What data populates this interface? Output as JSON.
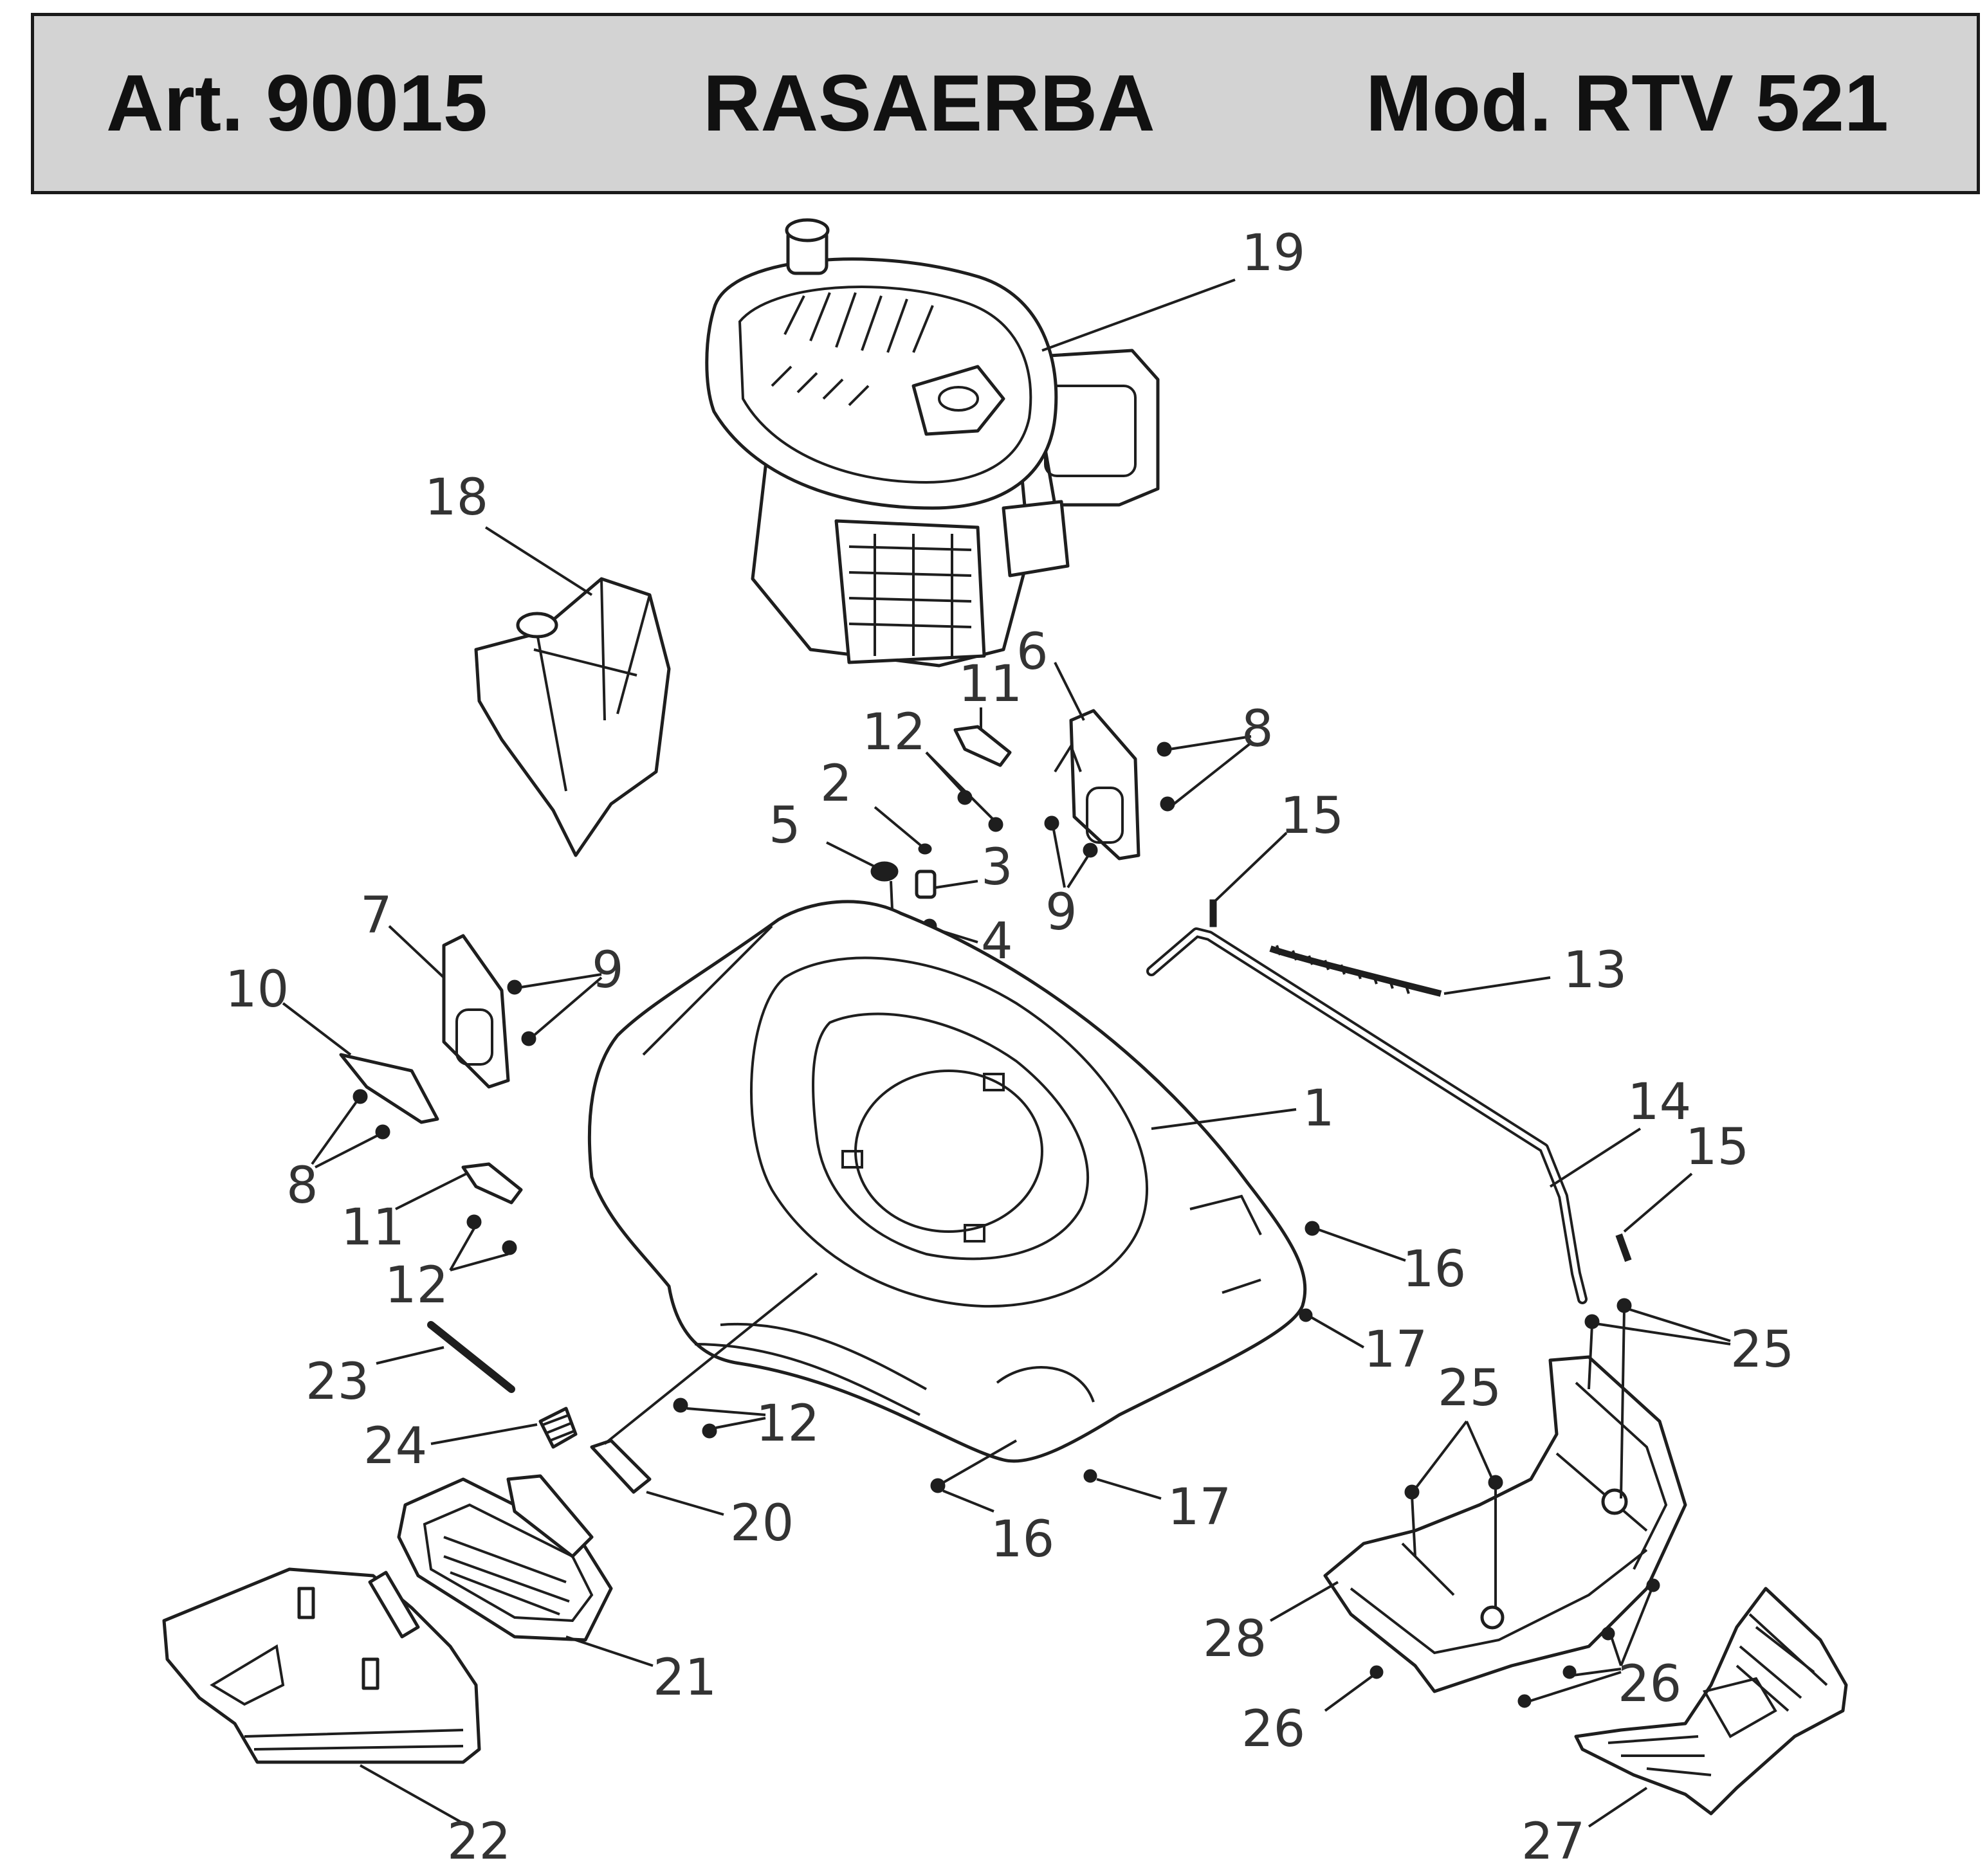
{
  "header": {
    "article": "Art. 90015",
    "product": "RASAERBA",
    "model": "Mod. RTV 521"
  },
  "callouts": {
    "c1": "1",
    "c2": "2",
    "c3": "3",
    "c4": "4",
    "c5": "5",
    "c6": "6",
    "c7": "7",
    "c8a": "8",
    "c8b": "8",
    "c9a": "9",
    "c9b": "9",
    "c10": "10",
    "c11a": "11",
    "c11b": "11",
    "c12a": "12",
    "c12b": "12",
    "c12c": "12",
    "c13": "13",
    "c14": "14",
    "c15a": "15",
    "c15b": "15",
    "c16a": "16",
    "c16b": "16",
    "c17a": "17",
    "c17b": "17",
    "c18": "18",
    "c19": "19",
    "c20": "20",
    "c21": "21",
    "c22": "22",
    "c23": "23",
    "c24": "24",
    "c25a": "25",
    "c25b": "25",
    "c26a": "26",
    "c26b": "26",
    "c27": "27",
    "c28": "28"
  }
}
